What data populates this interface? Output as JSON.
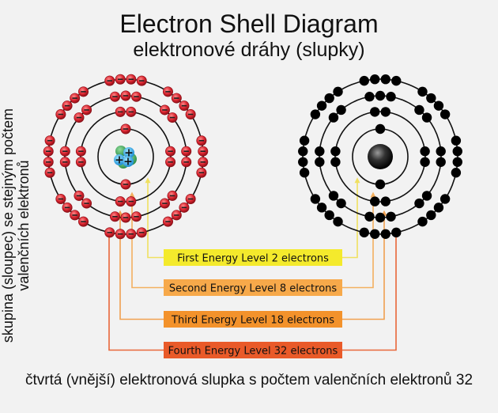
{
  "title": "Electron Shell Diagram",
  "subtitle": "elektronové dráhy (slupky)",
  "side_label": {
    "line1": "skupina (sloupec) se stejným počtem",
    "line2": "valenčních elektronů"
  },
  "footer": "čtvrtá (vnější) elektronová slupka s počtem valenčních elektronů 32",
  "atoms": [
    {
      "name": "charged-atom",
      "style": "charged",
      "electron_color": "#d9232e",
      "nucleus_sign": "+"
    },
    {
      "name": "plain-atom",
      "style": "plain",
      "electron_color": "#000000"
    }
  ],
  "energy_levels": [
    {
      "label": "First Energy Level 2 electrons",
      "electrons": 2,
      "color": "#f4ea2c",
      "line_color": "#f0e060"
    },
    {
      "label": "Second Energy Level 8 electrons",
      "electrons": 8,
      "color": "#f7a94a",
      "line_color": "#f3b060"
    },
    {
      "label": "Third Energy Level 18 electrons",
      "electrons": 18,
      "color": "#f3922b",
      "line_color": "#f0a050"
    },
    {
      "label": "Fourth Energy Level 32 electrons",
      "electrons": 32,
      "color": "#e95a29",
      "line_color": "#e8673a"
    }
  ]
}
